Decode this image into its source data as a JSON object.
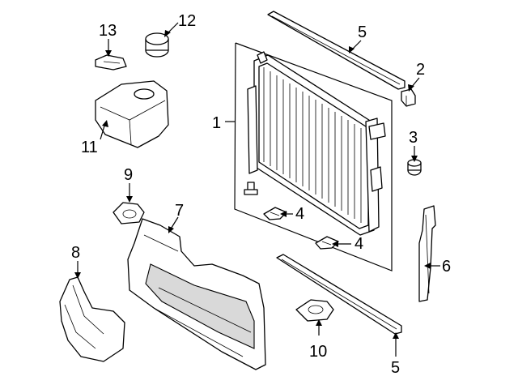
{
  "diagram": {
    "callouts": {
      "c1": "1",
      "c2": "2",
      "c3": "3",
      "c4a": "4",
      "c4b": "4",
      "c5a": "5",
      "c5b": "5",
      "c6": "6",
      "c7": "7",
      "c8": "8",
      "c9": "9",
      "c10": "10",
      "c11": "11",
      "c12": "12",
      "c13": "13"
    }
  }
}
